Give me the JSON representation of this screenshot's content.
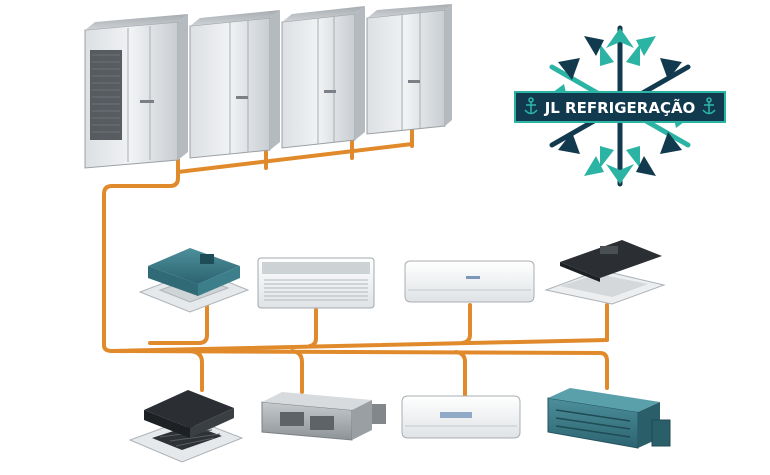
{
  "logo": {
    "text": "JL REFRIGERAÇÃO",
    "colors": {
      "primary": "#123a4f",
      "accent": "#2bb3a3",
      "text": "#ffffff"
    }
  },
  "pipe_color": "#e08a2c",
  "units": {
    "outdoor": {
      "icon": "vrf-outdoor-condenser-array",
      "count": 4
    },
    "indoor_row1": [
      "cassette-4-way-icon",
      "floor-ceiling-unit-icon",
      "wall-split-unit-icon",
      "cassette-1-way-icon"
    ],
    "indoor_row2": [
      "cassette-4-way-icon",
      "ducted-unit-icon",
      "wall-split-unit-icon",
      "ducted-high-static-unit-icon"
    ]
  }
}
